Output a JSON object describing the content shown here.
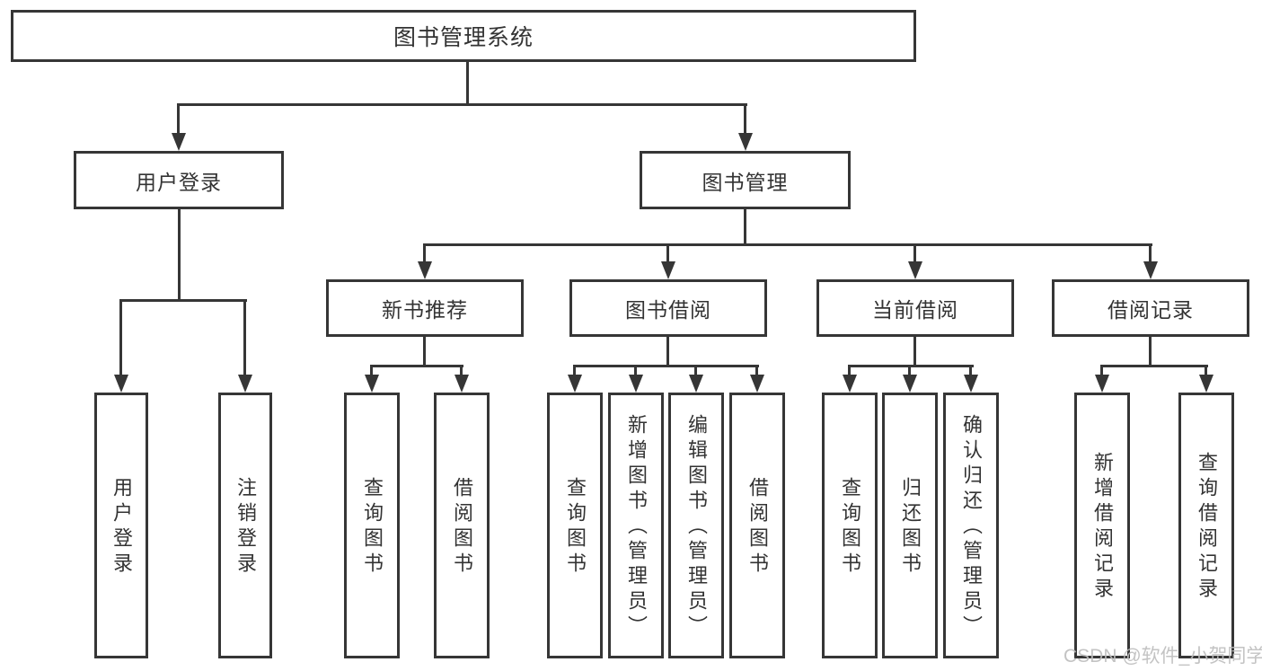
{
  "diagram": {
    "title": "图书管理系统",
    "type": "tree",
    "hierarchy": {
      "图书管理系统": {
        "用户登录": [
          "用户登录",
          "注销登录"
        ],
        "图书管理": {
          "新书推荐": [
            "查询图书",
            "借阅图书"
          ],
          "图书借阅": [
            "查询图书",
            "新增图书（管理员）",
            "编辑图书（管理员）",
            "借阅图书"
          ],
          "当前借阅": [
            "查询图书",
            "归还图书",
            "确认归还（管理员）"
          ],
          "借阅记录": [
            "新增借阅记录",
            "查询借阅记录"
          ]
        }
      }
    }
  },
  "nodes": {
    "root": "图书管理系统",
    "user_login": "用户登录",
    "book_management": "图书管理",
    "new_book_recommend": "新书推荐",
    "book_borrow": "图书借阅",
    "current_borrow": "当前借阅",
    "borrow_records": "借阅记录",
    "leaf_user_login": "用户登录",
    "leaf_logout": "注销登录",
    "leaf_query_book_1": "查询图书",
    "leaf_borrow_book_1": "借阅图书",
    "leaf_query_book_2": "查询图书",
    "leaf_add_book": "新增图书（管理员）",
    "leaf_edit_book": "编辑图书（管理员）",
    "leaf_borrow_book_2": "借阅图书",
    "leaf_query_book_3": "查询图书",
    "leaf_return_book": "归还图书",
    "leaf_confirm_return": "确认归还（管理员）",
    "leaf_add_record": "新增借阅记录",
    "leaf_query_record": "查询借阅记录"
  },
  "watermark": {
    "text": "CSDN @软件_小贺同学"
  },
  "colors": {
    "line": "#363636",
    "text": "#333333",
    "background": "#ffffff",
    "watermark": "#bdbdbd"
  }
}
